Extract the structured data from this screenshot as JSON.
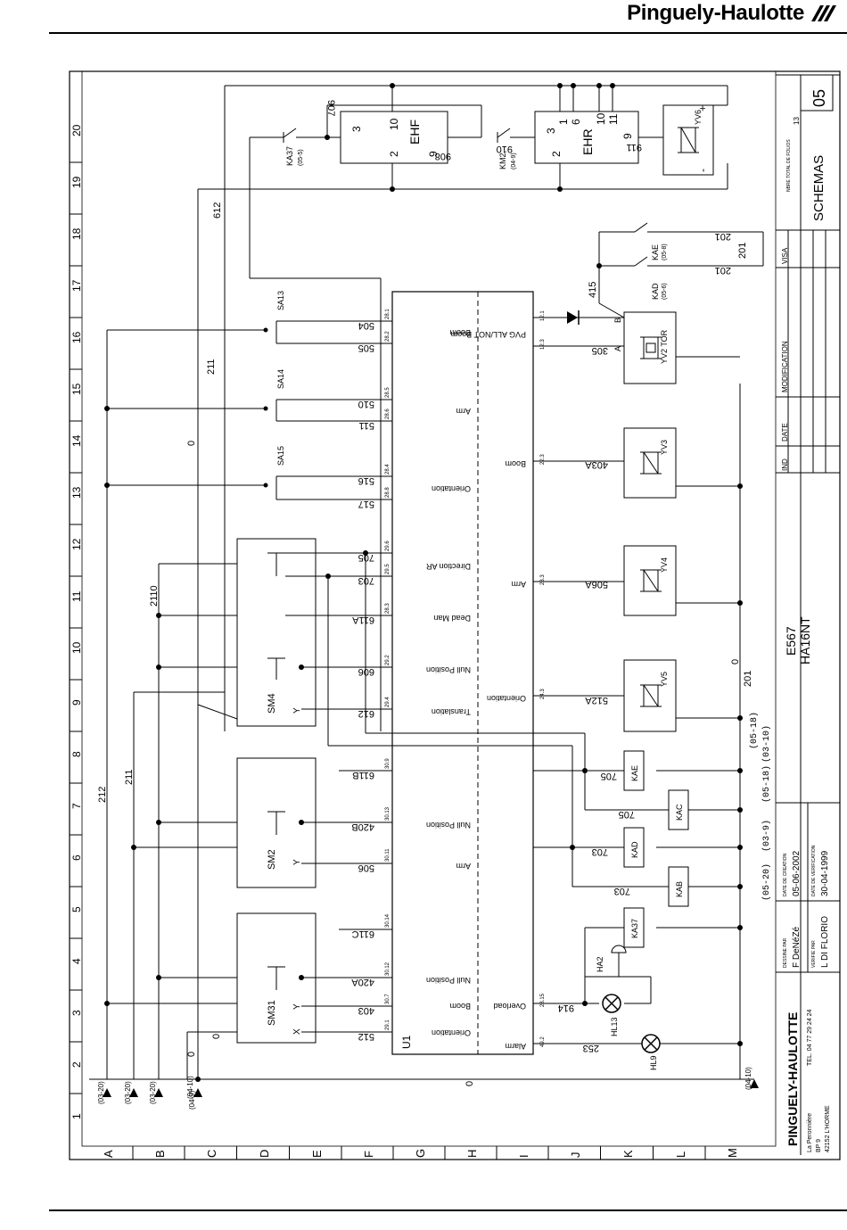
{
  "header": {
    "brand": "Pinguely-Haulotte"
  },
  "grid": {
    "numbers": [
      "1",
      "2",
      "3",
      "4",
      "5",
      "6",
      "7",
      "8",
      "9",
      "10",
      "11",
      "12",
      "13",
      "14",
      "15",
      "16",
      "17",
      "18",
      "19",
      "20"
    ],
    "letters": [
      "A",
      "B",
      "C",
      "D",
      "E",
      "F",
      "G",
      "H",
      "I",
      "J",
      "K",
      "L",
      "M"
    ]
  },
  "components": {
    "ehf": {
      "name": "EHF",
      "pins": [
        "3",
        "10",
        "2",
        "9"
      ]
    },
    "ehr": {
      "name": "EHR",
      "pins": [
        "3",
        "1",
        "6",
        "10",
        "11",
        "2",
        "9"
      ]
    },
    "yv6": {
      "name": "YV6"
    },
    "yv2": {
      "name": "YV2 TOR",
      "pins": [
        "A",
        "B"
      ]
    },
    "yv3": {
      "name": "YV3"
    },
    "yv4": {
      "name": "YV4"
    },
    "yv5": {
      "name": "YV5"
    },
    "ka37_top": {
      "name": "KA37",
      "ref": "(05-5)"
    },
    "km2": {
      "name": "KM2",
      "ref": "(04-9)"
    },
    "kae_top": {
      "name": "KAE",
      "ref": "(05-8)"
    },
    "kad_top": {
      "name": "KAD",
      "ref": "(05-6)"
    },
    "sa13": {
      "name": "SA13"
    },
    "sa14": {
      "name": "SA14"
    },
    "sa15": {
      "name": "SA15"
    },
    "sm4": {
      "name": "SM4",
      "y": "Y"
    },
    "sm2": {
      "name": "SM2",
      "y": "Y"
    },
    "sm31": {
      "name": "SM31",
      "y": "Y",
      "x": "X"
    },
    "u1": {
      "name": "U1"
    },
    "coils": [
      "KAE",
      "KAC",
      "KAD",
      "KAB",
      "KA37"
    ],
    "ha2": {
      "name": "HA2"
    },
    "hl13": {
      "name": "HL13"
    },
    "hl9": {
      "name": "HL9"
    }
  },
  "u1_left_labels": [
    "Boom",
    "Arm",
    "Orientation",
    "Direction AR",
    "Dead Man",
    "Null Position",
    "Translation",
    "Null Position",
    "Arm",
    "Null Position",
    "Boom",
    "Orientation"
  ],
  "u1_right_labels": [
    "PVG ALL/NOT Boom",
    "Boom",
    "Arm",
    "Orientation",
    "Overload",
    "Alarm"
  ],
  "u1_pins_left": [
    "28.1",
    "28.2",
    "28.5",
    "28.6",
    "28.4",
    "28.8",
    "29.6",
    "29.5",
    "28.3",
    "29.2",
    "29.4",
    "30.9",
    "30.13",
    "30.11",
    "30.14",
    "30.12",
    "30.7",
    "29.1"
  ],
  "u1_pins_right": [
    "12.1",
    "12.3",
    "22.3",
    "23.3",
    "24.3",
    "28.15",
    "49.2"
  ],
  "wires": [
    "907",
    "908",
    "910",
    "911",
    "612",
    "211",
    "504",
    "505",
    "510",
    "511",
    "516",
    "517",
    "705",
    "703",
    "611A",
    "606",
    "612",
    "611B",
    "420B",
    "506",
    "611C",
    "420A",
    "403",
    "512",
    "0",
    "201",
    "415",
    "305",
    "403A",
    "506A",
    "512A",
    "914",
    "253",
    "2110",
    "212",
    "211",
    "0",
    "0",
    "0"
  ],
  "refs_left": [
    "(03-20)",
    "(03-20)",
    "(03-20)",
    "(04-10)",
    "(04-9)"
  ],
  "refs_right": [
    "(04-10)"
  ],
  "refs_bottom": [
    "(05-20)",
    "(03-9)",
    "(05-18)",
    "(03-10)",
    "(05-18)"
  ],
  "title_block": {
    "sheet_total_label": "NBRE TOTAL DE FOLIOS",
    "sheet_total": "13",
    "folio": "05",
    "title": "SCHEMAS",
    "rev_headers": [
      "IND",
      "DATE",
      "MODIFICATION",
      "VISA"
    ],
    "model": "E567",
    "model_sub": "HA16NT",
    "company": "PINGUELY-HAULOTTE",
    "address": [
      "La Peronnière",
      "BP 9",
      "42152 L'HORME"
    ],
    "phone": "TEL. 04 77 29 24 24",
    "designed_label": "DESSINE PAR",
    "designed_by": "F DeNéZé",
    "verified_label": "VERIFIE PAR",
    "verified_by": "L DI FLORIO",
    "created_label": "DATE DE CREATION",
    "created": "05-06-2002",
    "checked_label": "DATE DE VERIFICATION",
    "checked": "30-04-1999"
  }
}
